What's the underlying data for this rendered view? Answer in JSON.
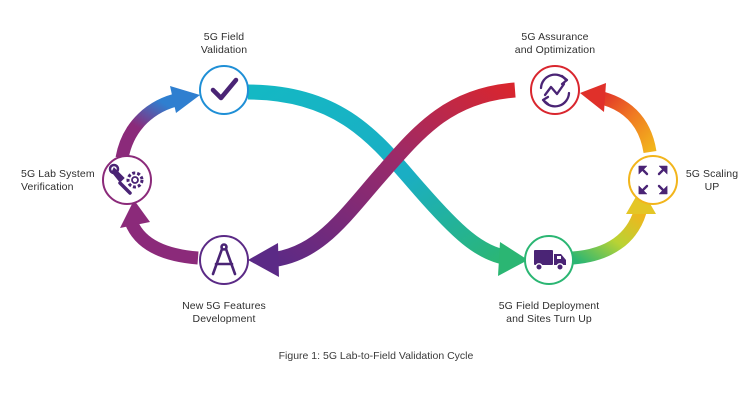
{
  "nodes": {
    "field_validation": {
      "line1": "5G Field",
      "line2": "Validation",
      "icon": "checkmark-icon",
      "color": "#1f8fd6"
    },
    "lab_verification": {
      "line1": "5G Lab System",
      "line2": "Verification",
      "icon": "wrench-gear-icon",
      "color": "#8b2a7a"
    },
    "features_development": {
      "line1": "New 5G Features",
      "line2": "Development",
      "icon": "compass-icon",
      "color": "#5b2a86"
    },
    "assurance_optimization": {
      "line1": "5G Assurance",
      "line2": "and Optimization",
      "icon": "sync-trend-icon",
      "color": "#d9262e"
    },
    "scaling_up": {
      "line1": "5G Scaling",
      "line2": "UP",
      "icon": "expand-arrows-icon",
      "color": "#f2b51c"
    },
    "field_deployment": {
      "line1": "5G Field Deployment",
      "line2": "and Sites Turn Up",
      "icon": "truck-icon",
      "color": "#2bb673"
    }
  },
  "caption": "Figure 1: 5G Lab-to-Field Validation Cycle",
  "colors": {
    "purple": "#5b2a86",
    "magenta": "#8b2a7a",
    "blue": "#1f8fd6",
    "cyan": "#14b8c4",
    "green": "#2bb673",
    "yellow": "#f2b51c",
    "orange": "#f07a22",
    "red": "#d9262e",
    "icon": "#4a2475"
  }
}
